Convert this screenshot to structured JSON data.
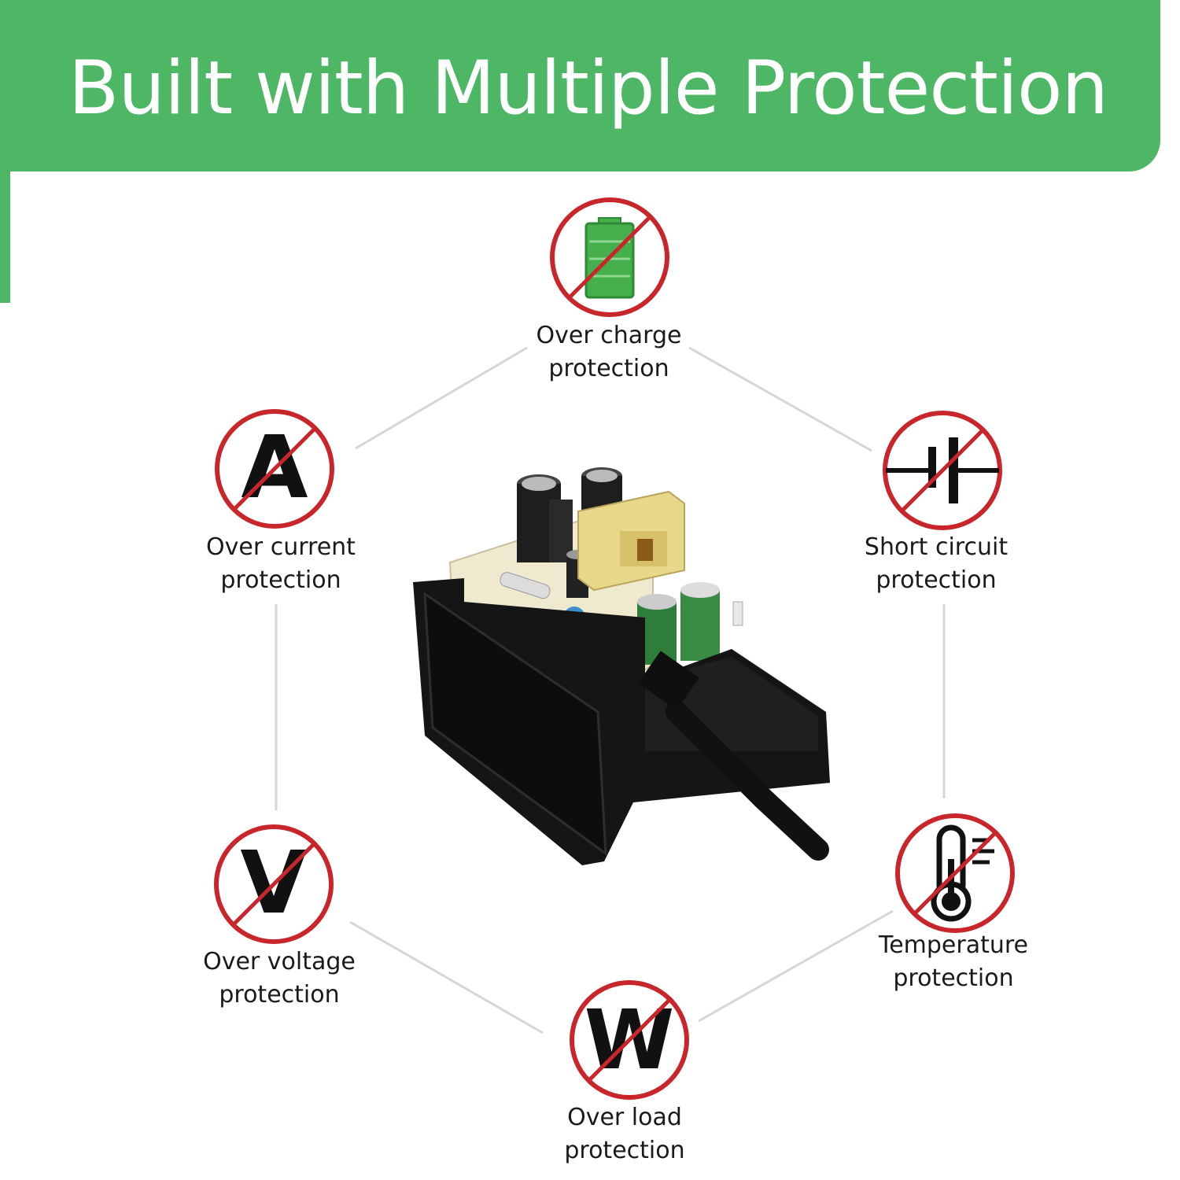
{
  "header": {
    "title": "Built with Multiple Protection"
  },
  "features": [
    {
      "id": "over-charge",
      "line1": "Over charge",
      "line2": "protection",
      "icon": "battery-prohibited-icon"
    },
    {
      "id": "over-current",
      "line1": "Over current",
      "line2": "protection",
      "icon": "ampere-prohibited-icon",
      "glyph": "A"
    },
    {
      "id": "short-circuit",
      "line1": "Short circuit",
      "line2": "protection",
      "icon": "capacitor-prohibited-icon"
    },
    {
      "id": "over-voltage",
      "line1": "Over voltage",
      "line2": "protection",
      "icon": "volt-prohibited-icon",
      "glyph": "V"
    },
    {
      "id": "temperature",
      "line1": "Temperature",
      "line2": "protection",
      "icon": "thermometer-prohibited-icon"
    },
    {
      "id": "over-load",
      "line1": "Over load",
      "line2": "protection",
      "icon": "watt-prohibited-icon",
      "glyph": "W"
    }
  ],
  "colors": {
    "banner": "#4db765",
    "prohibit_ring": "#c8262b",
    "battery": "#45b04b",
    "connector": "#d6d6d6"
  }
}
